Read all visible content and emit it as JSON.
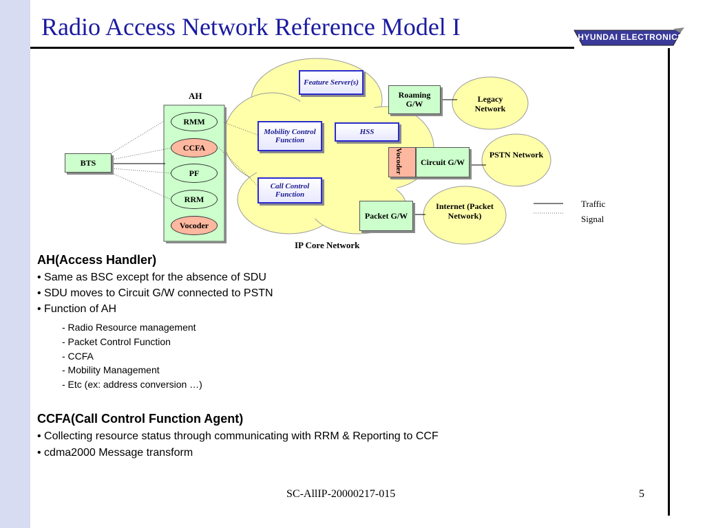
{
  "slide": {
    "title": "Radio Access Network Reference Model I",
    "logo_text": "HYUNDAI ELECTRONICS",
    "footer_doc": "SC-AllIP-20000217-015",
    "page_number": "5"
  },
  "diagram": {
    "ah_label": "AH",
    "ah_functions": [
      "RMM",
      "CCFA",
      "PF",
      "RRM",
      "Vocoder"
    ],
    "bts": "BTS",
    "feature_server": "Feature Server(s)",
    "mobility_control": "Mobility Control Function",
    "hss": "HSS",
    "call_control": "Call Control Function",
    "roaming_gw": "Roaming G/W",
    "vocoder_vertical": "Vocoder",
    "circuit_gw": "Circuit G/W",
    "packet_gw": "Packet G/W",
    "legacy_network": "Legacy Network",
    "pstn_network": "PSTN Network",
    "internet": "Internet (Packet Network)",
    "ip_core": "IP Core Network",
    "legend_traffic": "Traffic",
    "legend_signal": "Signal"
  },
  "text": {
    "ah_heading": "AH(Access Handler)",
    "ah_bullets": [
      "• Same as BSC except for the absence of SDU",
      "• SDU moves to Circuit G/W  connected to PSTN",
      "• Function of AH"
    ],
    "ah_subitems": [
      "- Radio Resource management",
      "- Packet Control Function",
      "- CCFA",
      "- Mobility Management",
      "- Etc (ex: address conversion …)"
    ],
    "ccfa_heading": "CCFA(Call Control Function Agent)",
    "ccfa_bullets": [
      "• Collecting resource status through communicating with RRM & Reporting to CCF",
      "• cdma2000 Message transform"
    ]
  },
  "colors": {
    "title": "#1a1aa0",
    "cloud": "#ffffaa",
    "box_green": "#ccffcc",
    "box_pink": "#ffb8a0",
    "box_blue_border": "#2a2ad0",
    "sidebar": "#d8dcf2"
  }
}
